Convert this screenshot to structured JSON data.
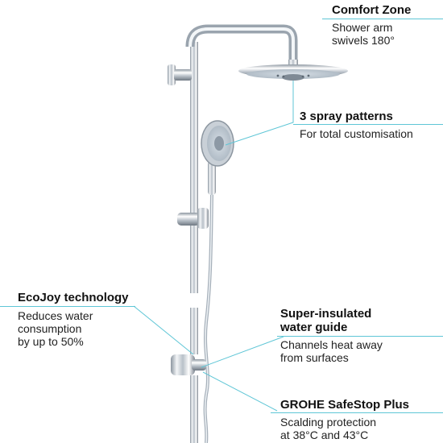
{
  "features": {
    "comfort_zone": {
      "title": "Comfort Zone",
      "line1": "Shower arm",
      "line2": "swivels 180°"
    },
    "spray_patterns": {
      "title": "3 spray patterns",
      "line1": "For total customisation"
    },
    "ecojoy": {
      "title": "EcoJoy technology",
      "line1": "Reduces water",
      "line2": "consumption",
      "line3": "by up to 50%"
    },
    "water_guide": {
      "title1": "Super-insulated",
      "title2": "water guide",
      "line1": "Channels heat away",
      "line2": "from surfaces"
    },
    "safestop": {
      "title": "GROHE SafeStop Plus",
      "line1": "Scalding protection",
      "line2": "at 38°C and 43°C"
    }
  },
  "colors": {
    "callout_line": "#5fc6d6",
    "chrome_light": "#f4f6f8",
    "chrome_dark": "#8c96a0"
  }
}
